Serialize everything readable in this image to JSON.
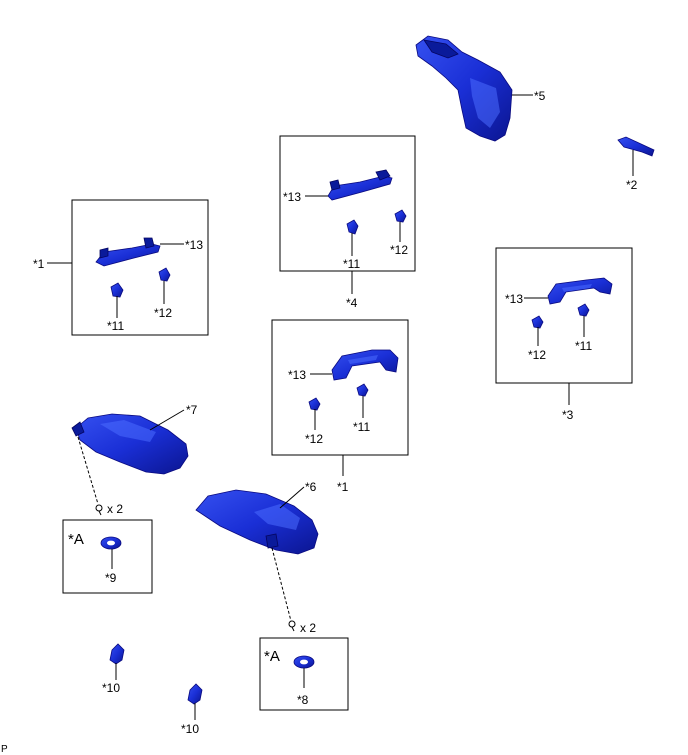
{
  "labels": {
    "p1_left": "*1",
    "p1_center": "*1",
    "p2": "*2",
    "p3": "*3",
    "p4": "*4",
    "p5": "*5",
    "p6": "*6",
    "p7": "*7",
    "p8": "*8",
    "p9": "*9",
    "p10_a": "*10",
    "p10_b": "*10",
    "p11_left": "*11",
    "p11_top": "*11",
    "p11_center": "*11",
    "p11_right": "*11",
    "p12_left": "*12",
    "p12_top": "*12",
    "p12_center": "*12",
    "p12_right": "*12",
    "p13_left": "*13",
    "p13_top": "*13",
    "p13_center": "*13",
    "p13_right": "*13",
    "detail_a_left": "*A",
    "detail_a_right": "*A",
    "qty_left": "x 2",
    "qty_right": "x 2",
    "corner": "P"
  },
  "colors": {
    "part_fill": "#1a2fd6",
    "part_dark": "#0a1a9a",
    "outline": "#000000"
  }
}
